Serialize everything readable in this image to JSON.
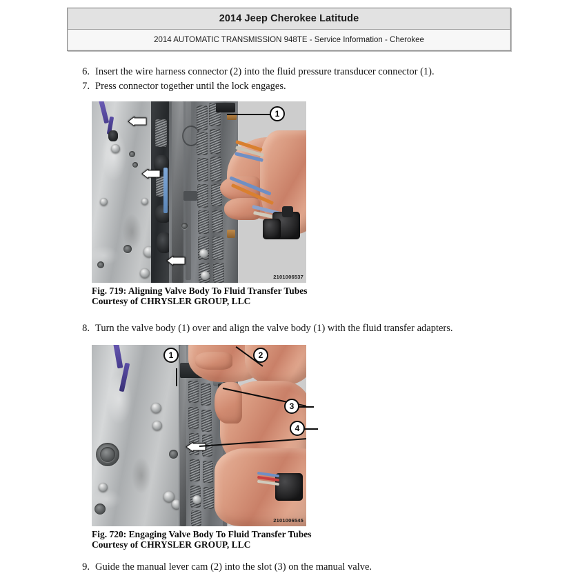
{
  "header": {
    "title": "2014 Jeep Cherokee Latitude",
    "subtitle": "2014 AUTOMATIC TRANSMISSION 948TE - Service Information - Cherokee"
  },
  "steps": [
    {
      "number": "6.",
      "text": "Insert the wire harness connector (2) into the fluid pressure transducer connector (1)."
    },
    {
      "number": "7.",
      "text": "Press connector together until the lock engages."
    },
    {
      "number": "8.",
      "text": "Turn the valve body (1) over and align the valve body (1) with the fluid transfer adapters."
    },
    {
      "number": "9.",
      "text": "Guide the manual lever cam (2) into the slot (3) on the manual valve."
    }
  ],
  "figures": [
    {
      "caption_line1": "Fig. 719: Aligning Valve Body To Fluid Transfer Tubes",
      "caption_line2": "Courtesy of CHRYSLER GROUP, LLC",
      "photo_id": "2101006537",
      "callouts": [
        "1"
      ]
    },
    {
      "caption_line1": "Fig. 720: Engaging Valve Body To Fluid Transfer Tubes",
      "caption_line2": "Courtesy of CHRYSLER GROUP, LLC",
      "photo_id": "2101006545",
      "callouts": [
        "1",
        "2",
        "3",
        "4"
      ]
    }
  ],
  "colors": {
    "header_bar": "#e2e2e2",
    "header_sub": "#f7f7f7",
    "page_background": "#ffffff",
    "text": "#111111"
  }
}
